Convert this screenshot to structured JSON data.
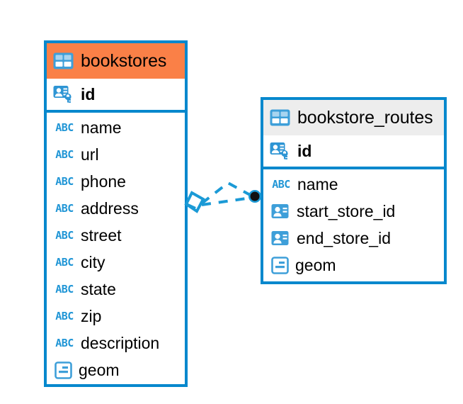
{
  "diagram": {
    "type": "entity-relationship-diagram",
    "background_color": "#ffffff",
    "accent_color": "#0688cd",
    "highlight_color": "#fa8047",
    "header_neutral_color": "#ededed",
    "icon_blue": "#3e9fd9"
  },
  "entities": [
    {
      "name": "bookstores",
      "header_style": "orange",
      "header_icon": "table-icon",
      "primary_key": {
        "label": "id",
        "icon": "primary-key-icon"
      },
      "fields": [
        {
          "label": "name",
          "icon": "abc-text-icon"
        },
        {
          "label": "url",
          "icon": "abc-text-icon"
        },
        {
          "label": "phone",
          "icon": "abc-text-icon"
        },
        {
          "label": "address",
          "icon": "abc-text-icon"
        },
        {
          "label": "street",
          "icon": "abc-text-icon"
        },
        {
          "label": "city",
          "icon": "abc-text-icon"
        },
        {
          "label": "state",
          "icon": "abc-text-icon"
        },
        {
          "label": "zip",
          "icon": "abc-text-icon"
        },
        {
          "label": "description",
          "icon": "abc-text-icon"
        },
        {
          "label": "geom",
          "icon": "geometry-icon"
        }
      ]
    },
    {
      "name": "bookstore_routes",
      "header_style": "gray",
      "header_icon": "table-icon",
      "primary_key": {
        "label": "id",
        "icon": "primary-key-icon"
      },
      "fields": [
        {
          "label": "name",
          "icon": "abc-text-icon"
        },
        {
          "label": "start_store_id",
          "icon": "foreign-key-icon"
        },
        {
          "label": "end_store_id",
          "icon": "foreign-key-icon"
        },
        {
          "label": "geom",
          "icon": "geometry-icon"
        }
      ]
    }
  ],
  "relationship": {
    "from_entity": "bookstores",
    "to_entity": "bookstore_routes",
    "line_style": "dashed",
    "line_color": "#1b9ad6",
    "source_marker": "diamond-marker",
    "target_marker": "filled-circle-marker",
    "target_marker_fill": "#111111"
  }
}
